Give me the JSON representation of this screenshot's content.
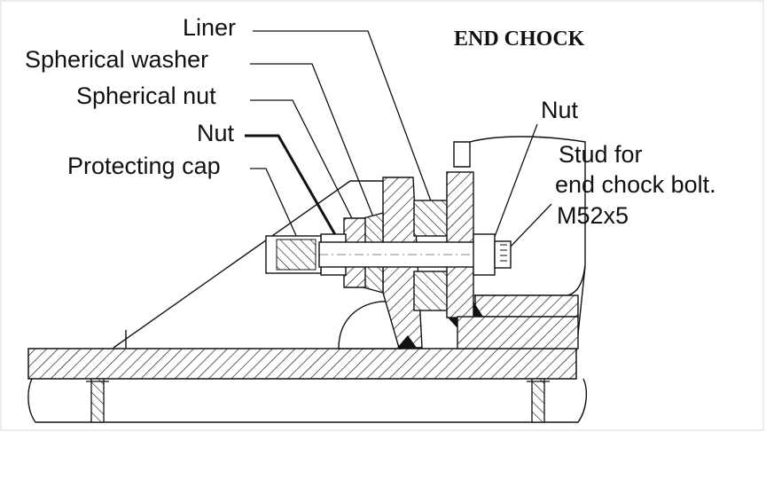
{
  "title": "END CHOCK",
  "labels": {
    "liner": "Liner",
    "spherical_washer": "Spherical washer",
    "spherical_nut": "Spherical nut",
    "nut_left": "Nut",
    "protecting_cap": "Protecting cap",
    "nut_right": "Nut",
    "stud_line1": "Stud for",
    "stud_line2": "end chock bolt.",
    "stud_line3": "M52x5"
  },
  "colors": {
    "ink": "#111111",
    "background": "#ffffff",
    "paper_edge": "#f4f4f4"
  }
}
